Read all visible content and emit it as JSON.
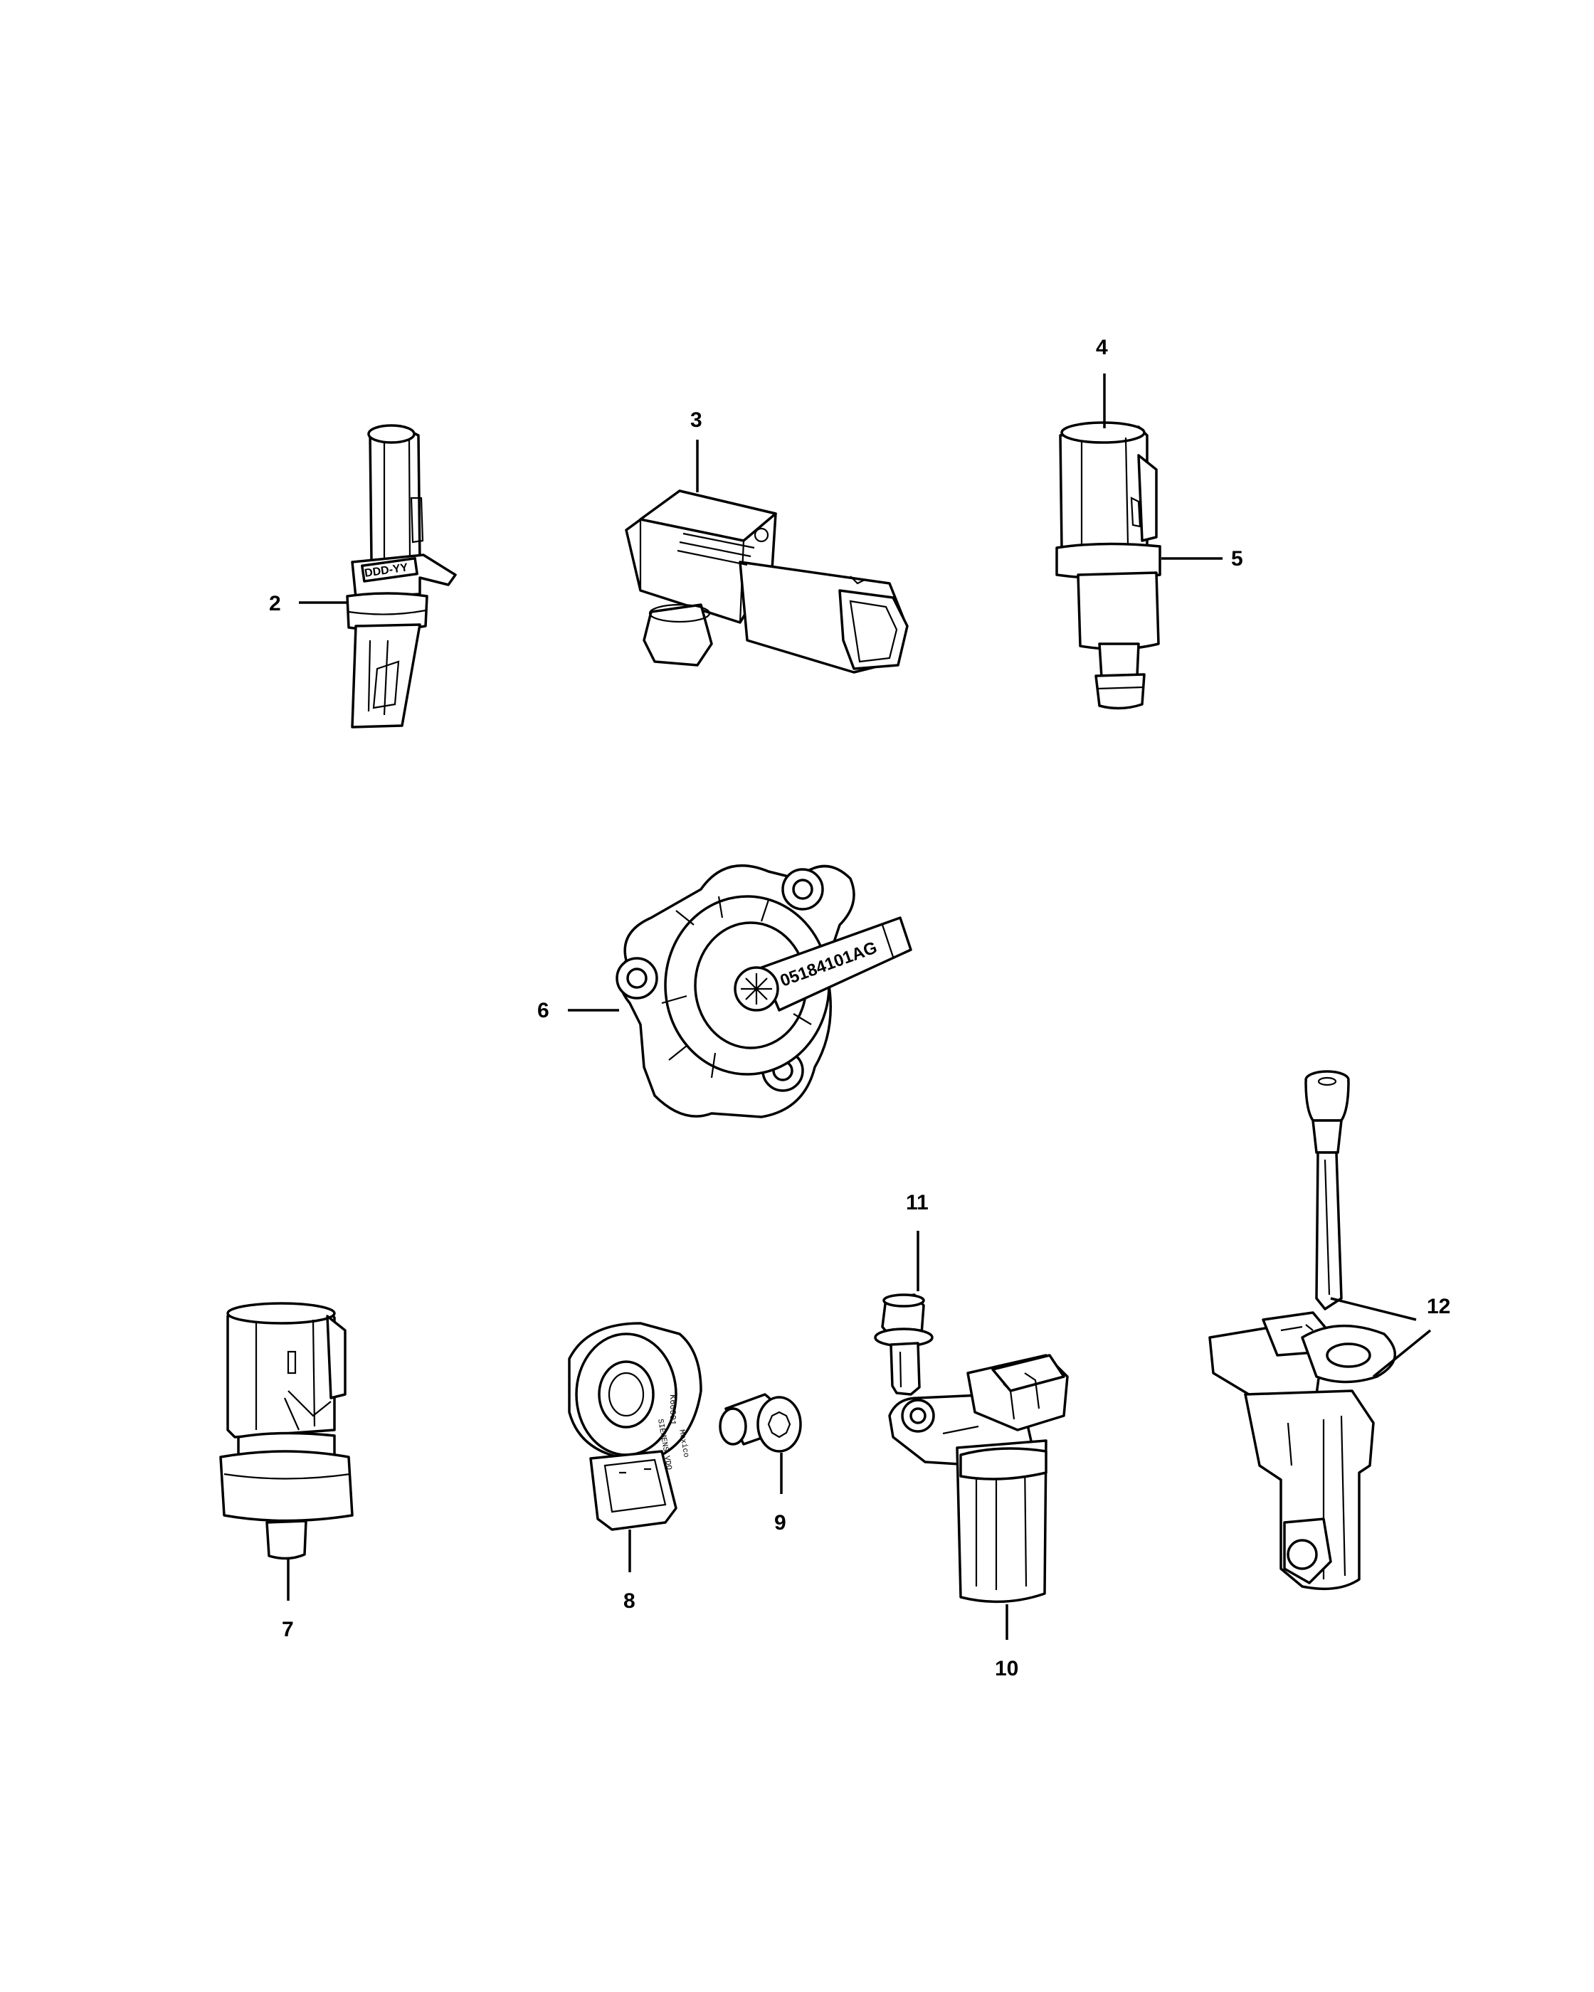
{
  "callouts": {
    "c2": "2",
    "c3": "3",
    "c4": "4",
    "c5": "5",
    "c6": "6",
    "c7": "7",
    "c8": "8",
    "c9": "9",
    "c10": "10",
    "c11": "11",
    "c12": "12"
  },
  "part_markings": {
    "sensor2_label": "DDD-YY",
    "sensor6_label": "05184101AG",
    "sensor8_label_a": "K60001",
    "sensor8_label_b": "SIEMENS VDO",
    "sensor8_label_c": "Mexico"
  }
}
